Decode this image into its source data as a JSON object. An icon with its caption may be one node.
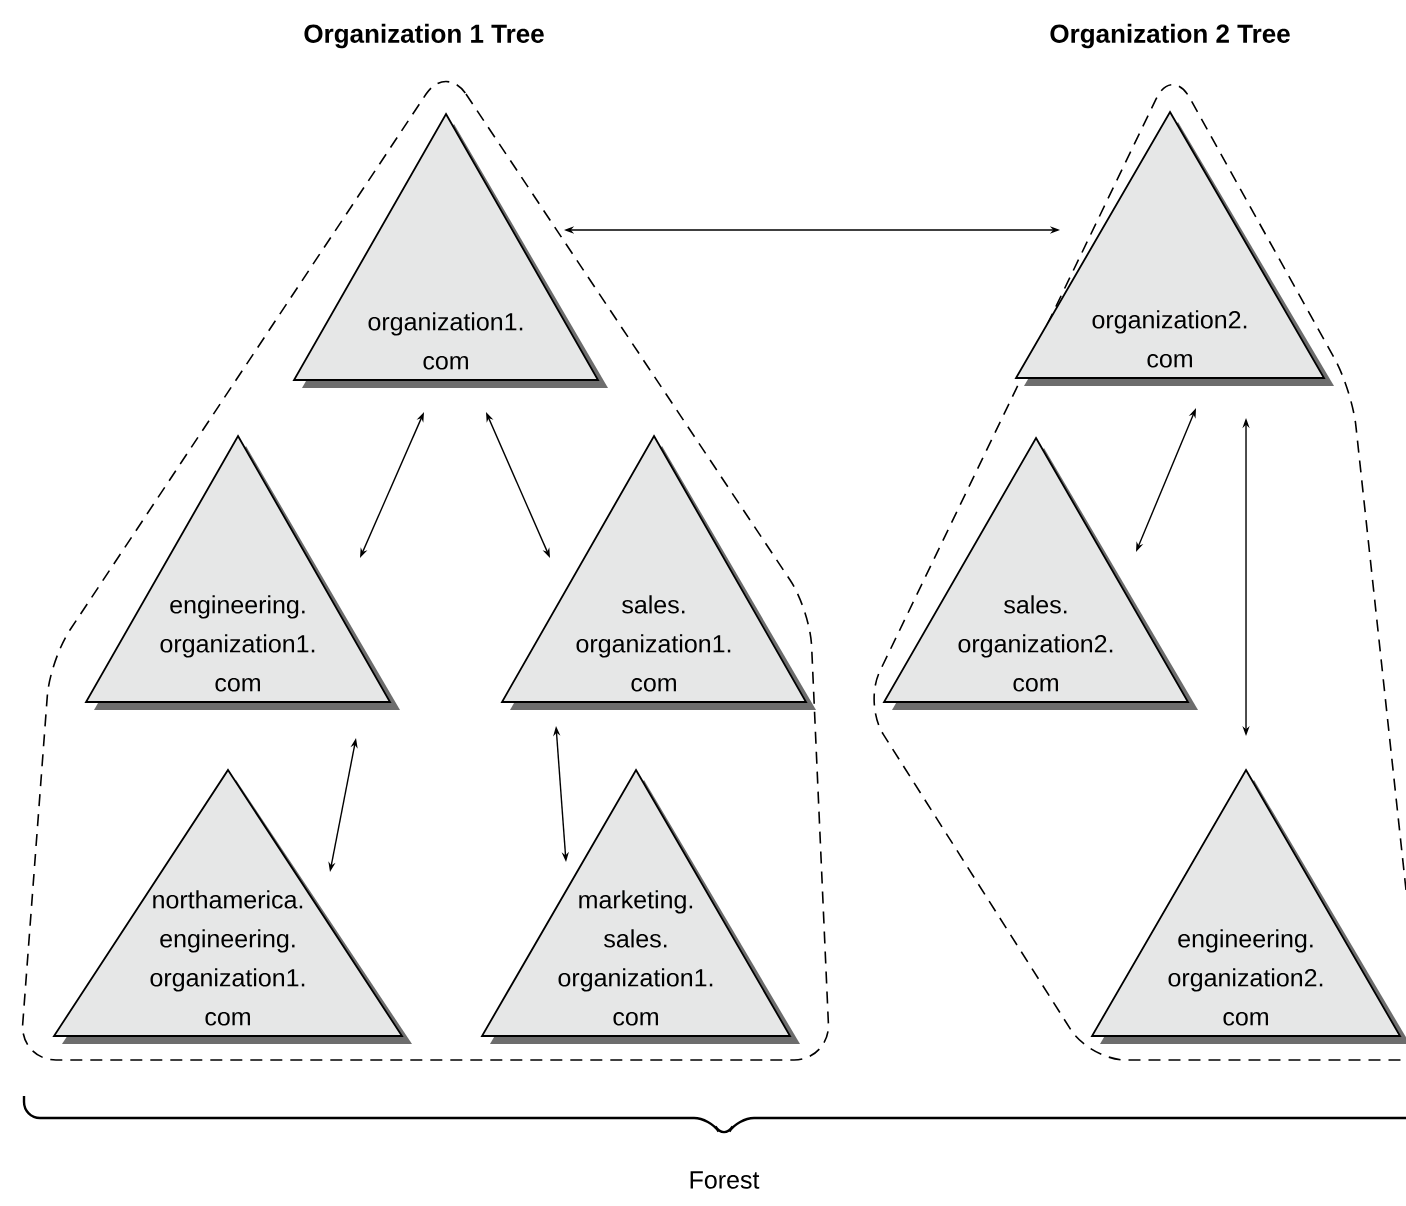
{
  "diagram": {
    "nodes": [
      {
        "text": [
          "Organization 1 Tree"
        ]
      },
      {
        "text": [
          "organization1. com"
        ],
        "in": 0
      },
      {
        "text": [
          "engineering. organization1. com"
        ],
        "in": 0
      },
      {
        "text": [
          "sales. organization1. com"
        ],
        "in": 0
      },
      {
        "text": [
          "northamerica. engineering. organization1. com"
        ],
        "in": 0
      },
      {
        "text": [
          "marketing. sales. organization1. com"
        ],
        "in": 0
      },
      {
        "text": [
          "Organization 2 Tree"
        ]
      },
      {
        "text": [
          "organization2. com"
        ],
        "in": 6
      },
      {
        "text": [
          "sales. organization2. com"
        ],
        "in": 6
      },
      {
        "text": [
          "engineering. organization2. com"
        ],
        "in": 6
      }
    ],
    "edges": [
      {
        "from": 1,
        "to": 7,
        "arrow": "both"
      },
      {
        "from": 1,
        "to": 2,
        "arrow": "both"
      },
      {
        "from": 1,
        "to": 3,
        "arrow": "both"
      },
      {
        "from": 2,
        "to": 4,
        "arrow": "both"
      },
      {
        "from": 3,
        "to": 5,
        "arrow": "both"
      },
      {
        "from": 7,
        "to": 8,
        "arrow": "both"
      },
      {
        "from": 7,
        "to": 9,
        "arrow": "both"
      }
    ],
    "labels": [
      "Forest"
    ]
  }
}
